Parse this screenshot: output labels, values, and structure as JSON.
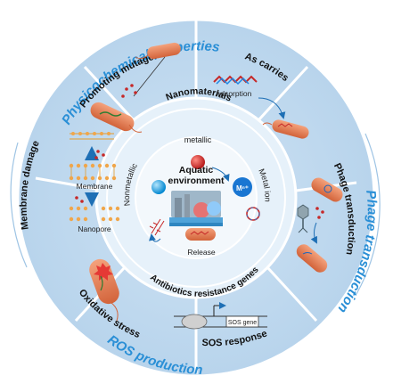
{
  "outer_titles": {
    "physicochemical": "Physicochemical properties",
    "phage": "Phage transduction",
    "ros": "ROS production"
  },
  "sections": {
    "promoting_mutagenesis": "Promoting mutagenesis",
    "as_carries": "As carries",
    "adsorption": "Adsorption",
    "membrane_damage": "Membrane damage",
    "membrane": "Membrane",
    "nanopore": "Nanopore",
    "phage_transduction": "Phage transduction",
    "oxidative_stress": "Oxidative stress",
    "sos_response": "SOS response",
    "sos_gene": "SOS gene"
  },
  "inner": {
    "nanomaterials": "Nanomaterials",
    "metallic": "metallic",
    "nonmetallic": "Nonmetallic",
    "metal_ion": "Metal ion",
    "ion_symbol": "Mⁿ⁺",
    "center_line1": "Aquatic",
    "center_line2": "environment",
    "release": "Release",
    "args": "Antibiotics resistance genes"
  },
  "colors": {
    "title_blue": "#2a8fd6",
    "ring_outer": "#dcebf7",
    "ring_mid": "#c3dcf0",
    "ring_inner": "#e4f0fa",
    "bacteria": "#e0774a",
    "metal_red": "#c62828",
    "ion_blue": "#1976d2"
  }
}
